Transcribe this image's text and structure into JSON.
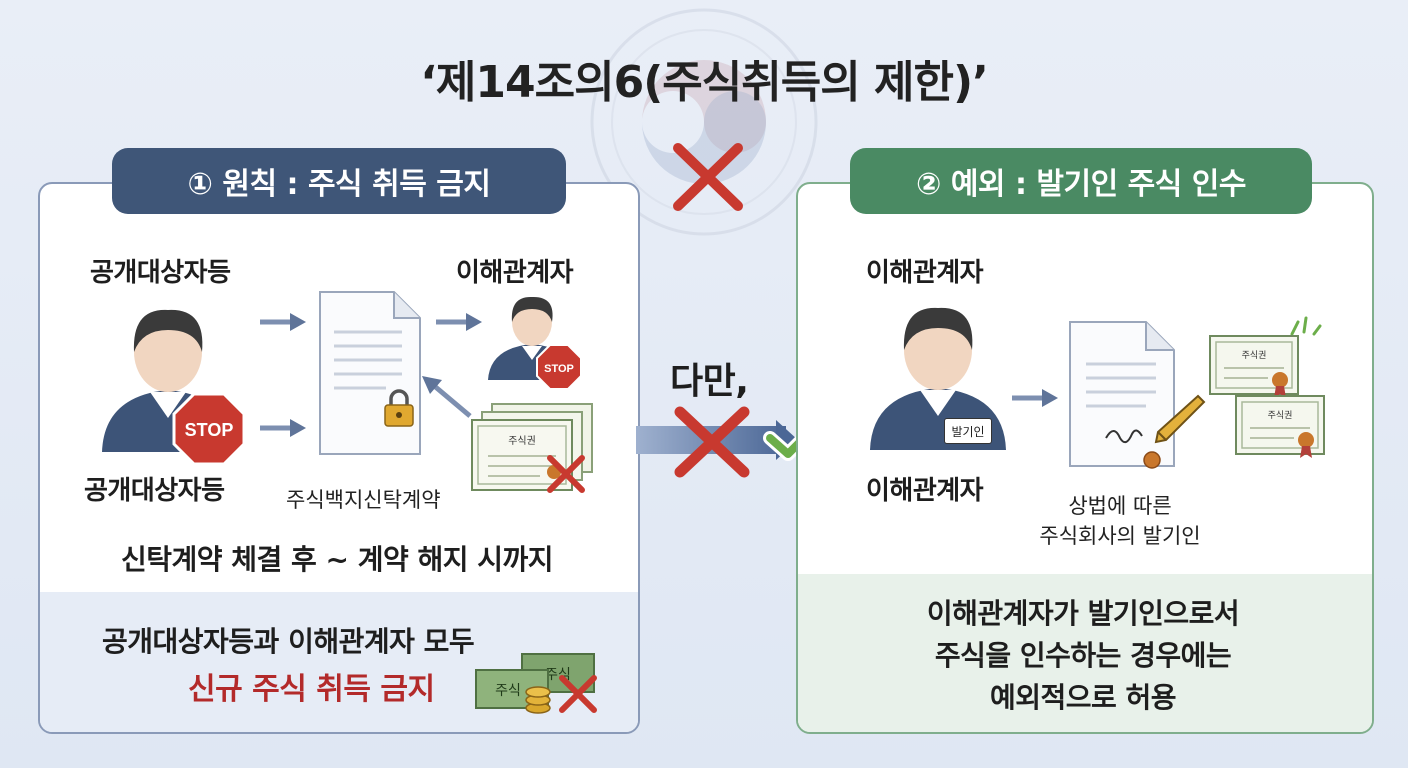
{
  "title": "‘제14조의6(주식취득의 제한)’",
  "left": {
    "tab": "① 원칙 : 주식 취득 금지",
    "person_top_label": "공개대상자등",
    "person_bottom_label": "공개대상자등",
    "interested_label": "이해관계자",
    "contract_label": "주식백지신탁계약",
    "stop_text": "STOP",
    "certificate_text": "주식권",
    "period": "신탁계약 체결 후 ~ 계약 해지 시까지",
    "conclusion_line1": "공개대상자등과 이해관계자 모두",
    "conclusion_line2": "신규 주식 취득 금지",
    "money_text_1": "주식",
    "money_text_2": "주식"
  },
  "middle": {
    "however": "다만,"
  },
  "right": {
    "tab": "② 예외 : 발기인 주식 인수",
    "interested_top": "이해관계자",
    "interested_bottom": "이해관계자",
    "badge": "발기인",
    "cert_text_1": "주식권",
    "cert_text_2": "주식권",
    "promoter_line1": "상법에 따른",
    "promoter_line2": "주식회사의 발기인",
    "conclusion_line1": "이해관계자가 발기인으로서",
    "conclusion_line2": "주식을 인수하는 경우에는",
    "conclusion_line3": "예외적으로 허용"
  },
  "colors": {
    "navy": "#3f5678",
    "green": "#4a8a63",
    "red": "#c8392f",
    "accent_red_text": "#b32a2a",
    "check_green": "#6cae4a"
  }
}
